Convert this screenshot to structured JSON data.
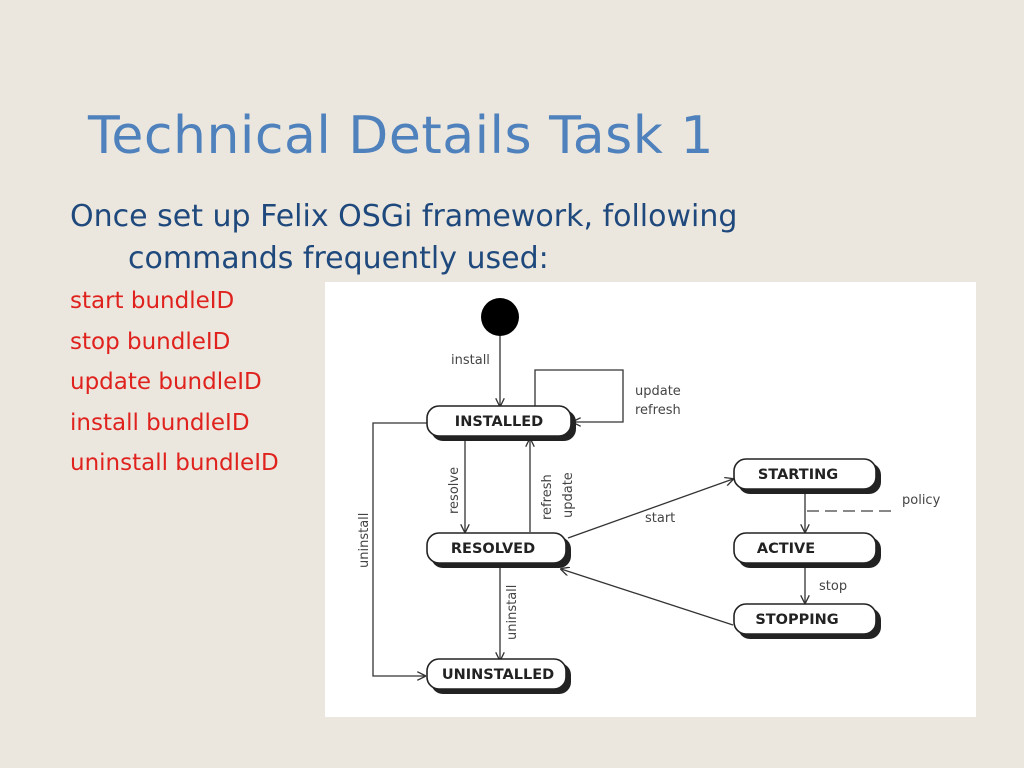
{
  "slide": {
    "title": "Technical Details Task 1",
    "intro": "Once set up Felix OSGi framework, following commands frequently used:",
    "commands": [
      "start bundleID",
      "stop bundleID",
      "update bundleID",
      "install bundleID",
      "uninstall bundleID"
    ]
  },
  "diagram": {
    "states": {
      "installed": "INSTALLED",
      "resolved": "RESOLVED",
      "uninstalled": "UNINSTALLED",
      "starting": "STARTING",
      "active": "ACTIVE",
      "stopping": "STOPPING"
    },
    "edges": {
      "install": "install",
      "update_self": "update",
      "refresh_self": "refresh",
      "resolve": "resolve",
      "refresh": "refresh",
      "update": "update",
      "uninstall_left": "uninstall",
      "uninstall_resolved": "uninstall",
      "start": "start",
      "stop": "stop",
      "policy": "policy"
    }
  }
}
